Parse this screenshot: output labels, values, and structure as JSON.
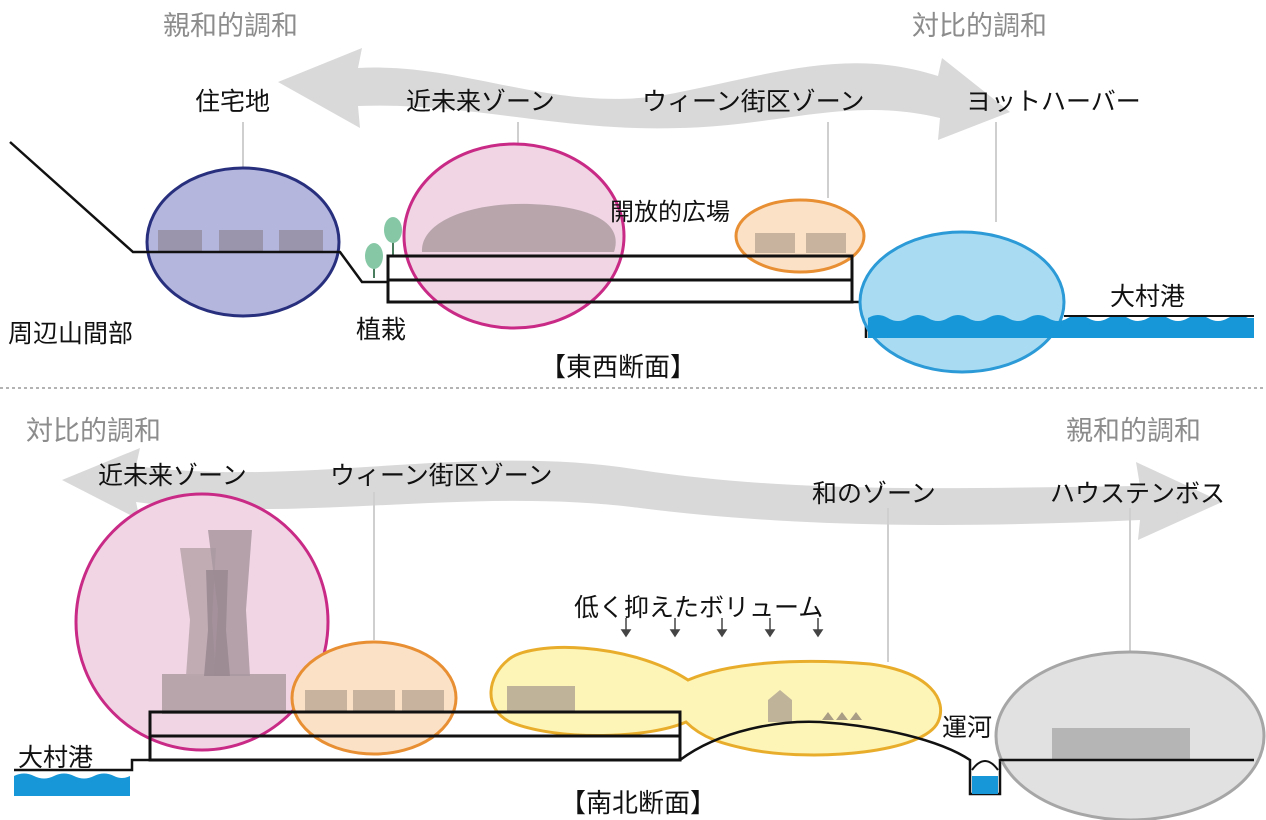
{
  "east_west": {
    "section_title": "【東西断面】",
    "harmony_left": "親和的調和",
    "harmony_right": "対比的調和",
    "zone_residential": "住宅地",
    "zone_future": "近未来ゾーン",
    "zone_vienna": "ウィーン街区ゾーン",
    "zone_yacht": "ヨットハーバー",
    "plaza": "開放的広場",
    "mountains": "周辺山間部",
    "planting": "植栽",
    "port": "大村港"
  },
  "north_south": {
    "section_title": "【南北断面】",
    "harmony_left": "対比的調和",
    "harmony_right": "親和的調和",
    "zone_future": "近未来ゾーン",
    "zone_vienna": "ウィーン街区ゾーン",
    "zone_japanese": "和のゾーン",
    "zone_huis": "ハウステンボス",
    "low_volume": "低く抑えたボリューム",
    "canal": "運河",
    "port": "大村港"
  },
  "colors": {
    "residential_fill": "#b4b6de",
    "residential_stroke": "#28307e",
    "future_fill": "#f1d5e4",
    "future_stroke": "#c82a86",
    "vienna_fill": "#fbe1c6",
    "vienna_stroke": "#e88f33",
    "yacht_fill": "#a9dcf3",
    "yacht_stroke": "#2b9ad6",
    "japanese_fill": "#fdf5b8",
    "japanese_stroke": "#e9ad2c",
    "huis_fill": "#e1e1e1",
    "huis_stroke": "#a6a6a6",
    "water": "#1796d8",
    "arrow": "#d9d9d9",
    "tree": "#86c8a6"
  }
}
